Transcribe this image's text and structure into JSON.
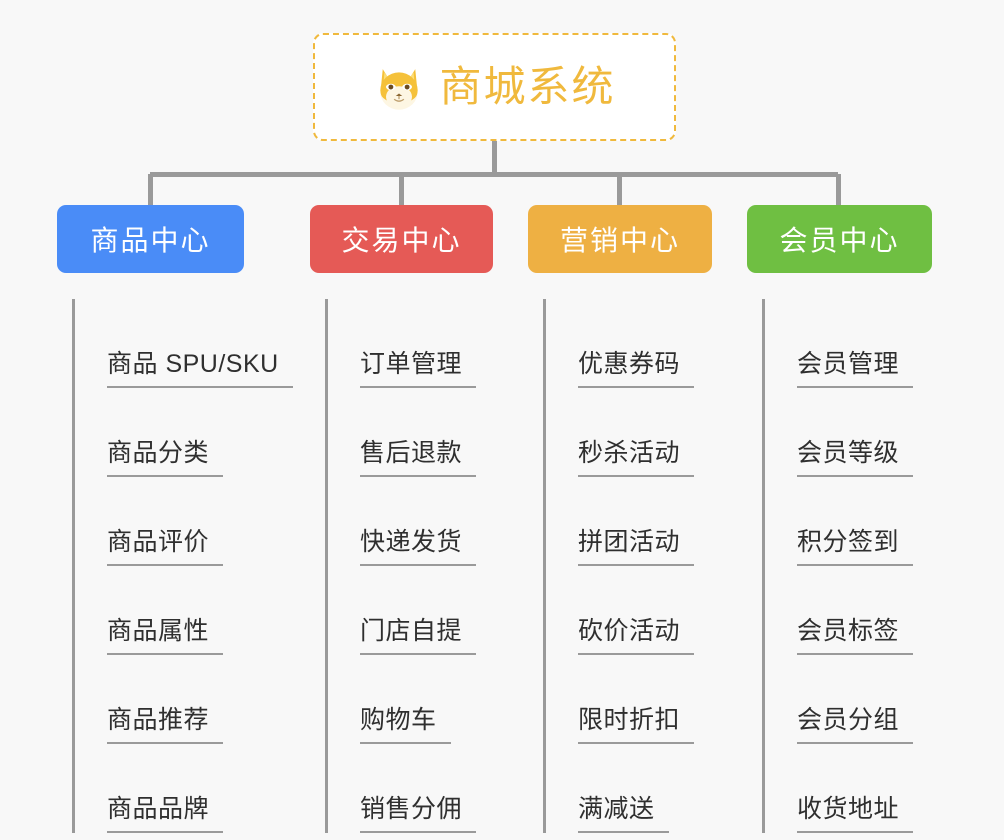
{
  "diagram": {
    "type": "mindmap-tree",
    "background_color": "#f8f8f8",
    "root": {
      "title": "商城系统",
      "icon": "shiba-dog-face-icon",
      "text_color": "#f0b93d",
      "border_color": "#f0b93d",
      "border_style": "dashed",
      "background_color": "#ffffff"
    },
    "connector_color": "#9a9a9a",
    "branches": [
      {
        "label": "商品中心",
        "color": "#4a8cf7",
        "items": [
          "商品 SPU/SKU",
          "商品分类",
          "商品评价",
          "商品属性",
          "商品推荐",
          "商品品牌"
        ]
      },
      {
        "label": "交易中心",
        "color": "#e55a56",
        "items": [
          "订单管理",
          "售后退款",
          "快递发货",
          "门店自提",
          "购物车",
          "销售分佣"
        ]
      },
      {
        "label": "营销中心",
        "color": "#eeb043",
        "items": [
          "优惠券码",
          "秒杀活动",
          "拼团活动",
          "砍价活动",
          "限时折扣",
          "满减送"
        ]
      },
      {
        "label": "会员中心",
        "color": "#6fbf42",
        "items": [
          "会员管理",
          "会员等级",
          "积分签到",
          "会员标签",
          "会员分组",
          "收货地址"
        ]
      }
    ]
  }
}
